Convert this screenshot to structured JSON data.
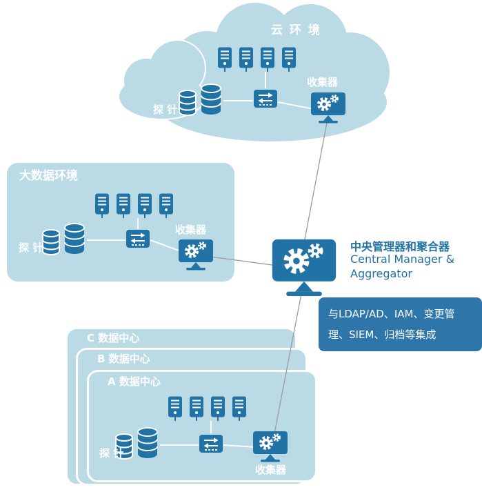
{
  "cloud": {
    "title": "云 环 境",
    "probe_label": "探  针",
    "collector_label": "收集器"
  },
  "bigdata": {
    "title": "大数据环境",
    "probe_label": "探  针",
    "collector_label": "收集器"
  },
  "datacenter_c": {
    "title": "C 数据中心"
  },
  "datacenter_b": {
    "title": "B 数据中心"
  },
  "datacenter_a": {
    "title": "A 数据中心",
    "probe_label": "探  针",
    "collector_label": "收集器"
  },
  "central_manager": {
    "title_zh": "中央管理器和聚合器",
    "title_en_line1": "Central Manager &",
    "title_en_line2": "Aggregator"
  },
  "integration_note": {
    "line1": "与LDAP/AD、IAM、变更管",
    "line2": "理、SIEM、归档等集成"
  },
  "colors": {
    "panel_light_blue": "#badae6",
    "icon_dark_blue": "#2273a5",
    "note_box_blue": "#2e76aa",
    "connector_gray": "#9b9b9b"
  }
}
